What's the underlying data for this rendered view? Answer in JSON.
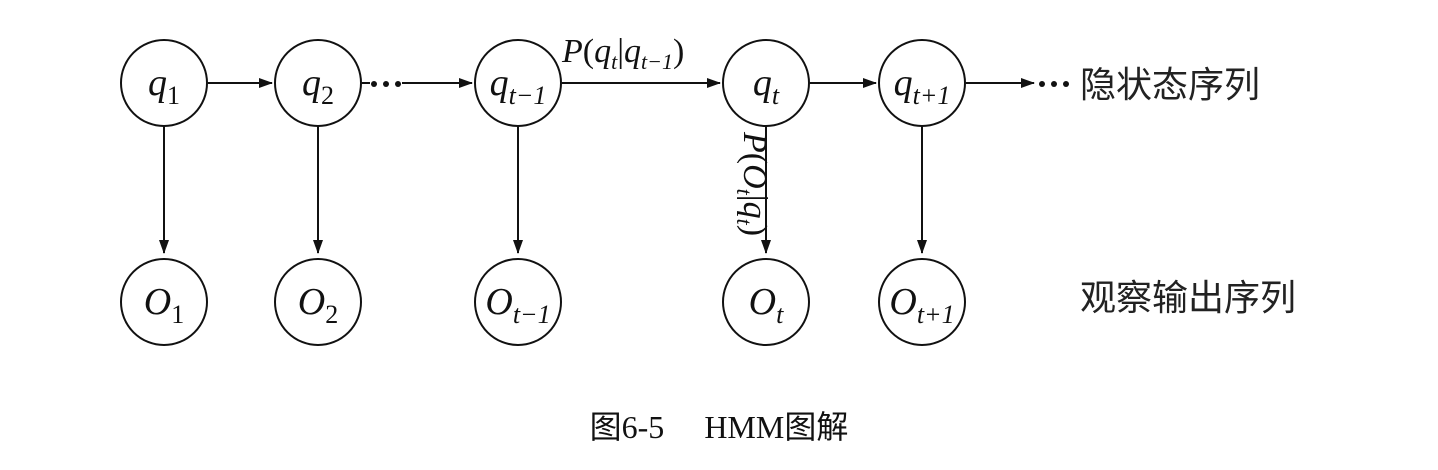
{
  "caption": {
    "number": "图6-5",
    "title": "HMM图解"
  },
  "row_labels": {
    "hidden": "隐状态序列",
    "observed": "观察输出序列"
  },
  "hidden_nodes": [
    {
      "var": "q",
      "sub": "1"
    },
    {
      "var": "q",
      "sub": "2"
    },
    {
      "var": "q",
      "sub": "t−1"
    },
    {
      "var": "q",
      "sub": "t"
    },
    {
      "var": "q",
      "sub": "t+1"
    }
  ],
  "observed_nodes": [
    {
      "var": "O",
      "sub": "1"
    },
    {
      "var": "O",
      "sub": "2"
    },
    {
      "var": "O",
      "sub": "t−1"
    },
    {
      "var": "O",
      "sub": "t"
    },
    {
      "var": "O",
      "sub": "t+1"
    }
  ],
  "transition_label": {
    "fn": "P",
    "open": "(",
    "var1": "q",
    "sub1": "t",
    "bar": "|",
    "var2": "q",
    "sub2": "t−1",
    "close": ")"
  },
  "emission_label": {
    "fn": "P",
    "open": "(",
    "var1": "O",
    "sub1": "t",
    "bar": "|",
    "var2": "q",
    "sub2": "t",
    "close": ")"
  },
  "ellipsis": "…"
}
